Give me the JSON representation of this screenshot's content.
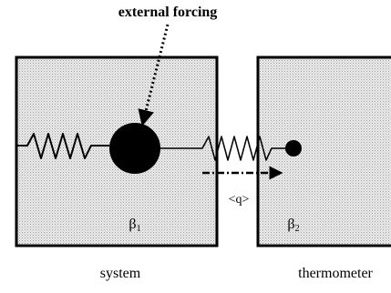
{
  "labels": {
    "external_forcing": "external forcing",
    "heat_flow": "<q>",
    "system_temperature_symbol": "β",
    "system_temperature_subscript": "1",
    "thermometer_temperature_symbol": "β",
    "thermometer_temperature_subscript": "2",
    "system": "system",
    "thermometer": "thermometer"
  }
}
